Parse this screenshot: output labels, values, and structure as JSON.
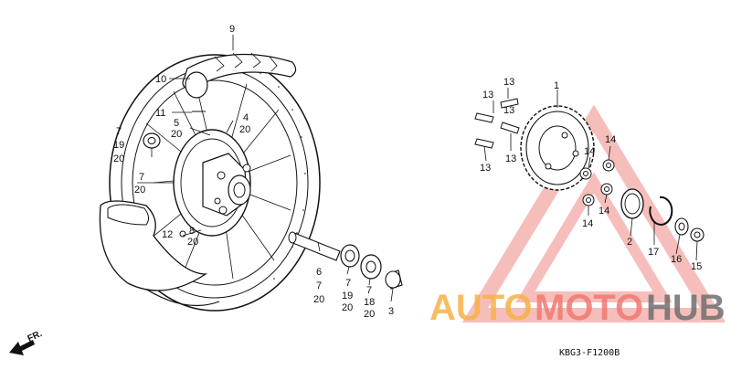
{
  "diagram": {
    "part_code": "KBG3-F1200B",
    "direction_label": "FR.",
    "callouts": [
      "9",
      "10",
      "11",
      "5",
      "20",
      "4",
      "20",
      "7",
      "19",
      "20",
      "7",
      "20",
      "8",
      "20",
      "12",
      "6",
      "7",
      "20",
      "7",
      "19",
      "20",
      "7",
      "18",
      "20",
      "3",
      "1",
      "13",
      "13",
      "13",
      "13",
      "13",
      "14",
      "14",
      "14",
      "14",
      "2",
      "17",
      "16",
      "15"
    ]
  },
  "watermark": {
    "logo_text_a": "AUTO",
    "logo_text_b": "MOTO",
    "logo_text_c": "HUB",
    "color_a": "#f6b24a",
    "color_b": "#f07a72",
    "color_c": "#6f6f6f"
  }
}
